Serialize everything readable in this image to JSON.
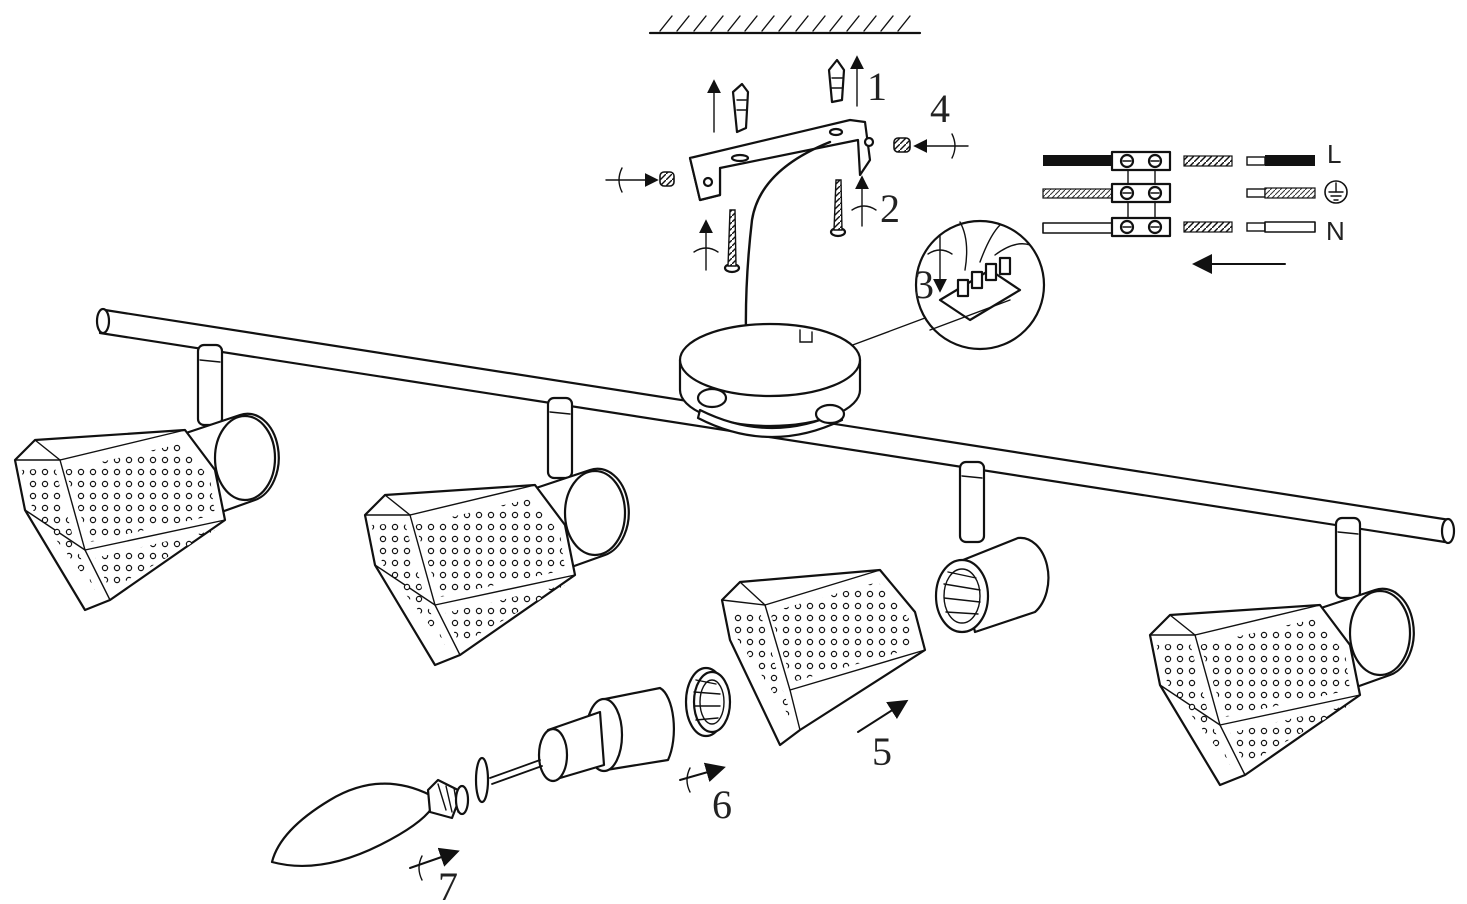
{
  "steps": {
    "s1": "1",
    "s2": "2",
    "s3": "3",
    "s4": "4",
    "s5": "5",
    "s6": "6",
    "s7": "7"
  },
  "wiring": {
    "live": "L",
    "neutral": "N",
    "earth_symbol": "earth-ground-icon"
  },
  "lamp_heads": 4,
  "colors": {
    "line": "#111111",
    "background": "#ffffff"
  }
}
